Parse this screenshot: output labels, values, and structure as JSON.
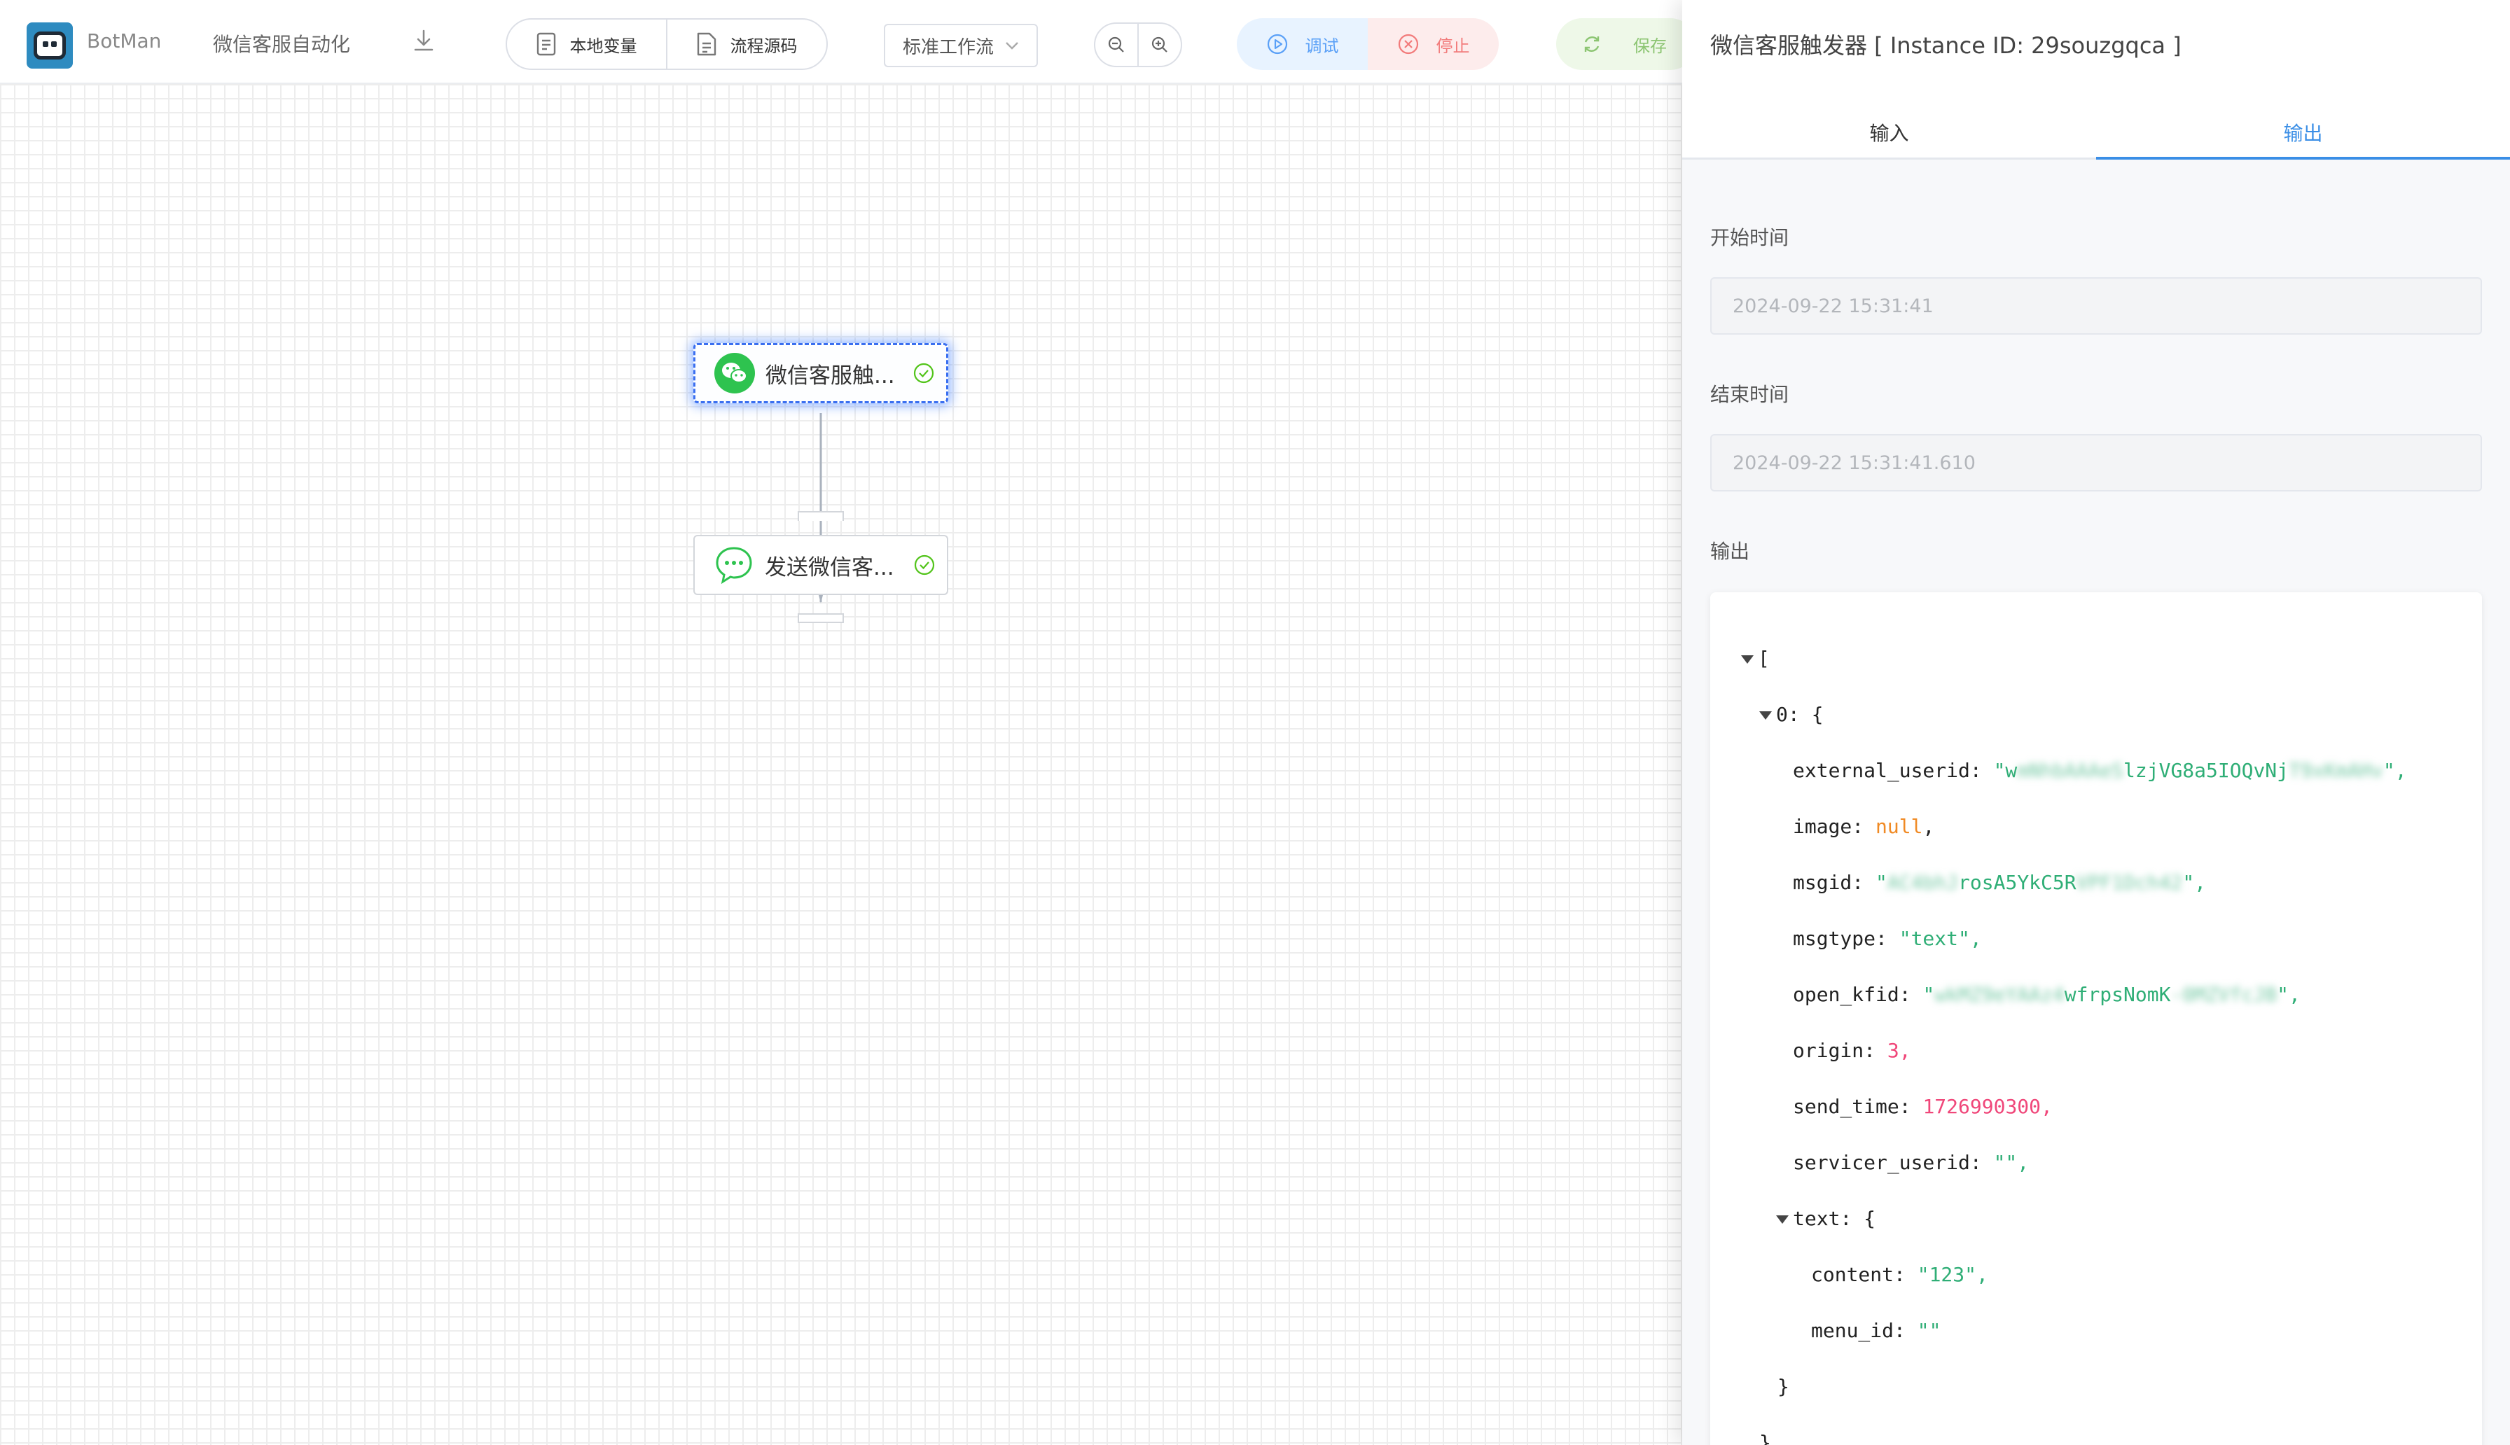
{
  "toolbar": {
    "brand": "BotMan",
    "project_title": "微信客服自动化",
    "local_vars_label": "本地变量",
    "flow_source_label": "流程源码",
    "workflow_type": "标准工作流",
    "debug_label": "调试",
    "stop_label": "停止",
    "save_label": "保存"
  },
  "canvas": {
    "nodes": [
      {
        "label": "微信客服触...",
        "icon": "wechat-icon",
        "status": "success"
      },
      {
        "label": "发送微信客...",
        "icon": "chat-bubble-icon",
        "status": "success"
      }
    ]
  },
  "panel": {
    "title": "微信客服触发器 [ Instance ID: 29souzgqca ]",
    "tabs": [
      "输入",
      "输出"
    ],
    "active_tab": "输出",
    "start_time_label": "开始时间",
    "start_time_value": "2024-09-22 15:31:41",
    "end_time_label": "结束时间",
    "end_time_value": "2024-09-22 15:31:41.610",
    "output_label": "输出",
    "json": {
      "open_bracket": "[",
      "item_key": "0:",
      "open_brace": "{",
      "external_userid_key": "external_userid:",
      "external_userid_pre": "\"w",
      "external_userid_blur1": "mNhbAAAeS",
      "external_userid_mid": "lzjVG8a5IOQvNj",
      "external_userid_blur2": "T9xKmAHv",
      "external_userid_post": "\",",
      "image_key": "image:",
      "image_value": "null",
      "msgid_key": "msgid:",
      "msgid_pre": "\"",
      "msgid_blur1": "AC4bhJ",
      "msgid_mid": "rosA5YkC5R",
      "msgid_blur2": "VPF1Dch42",
      "msgid_post": "\",",
      "msgtype_key": "msgtype:",
      "msgtype_value": "\"text\",",
      "open_kfid_key": "open_kfid:",
      "open_kfid_pre": "\"",
      "open_kfid_blur1": "wkMZ9eYAAz4",
      "open_kfid_mid": "wfrpsNomK",
      "open_kfid_blur2": "-0MZVfcJB",
      "open_kfid_post": "\",",
      "origin_key": "origin:",
      "origin_value": "3,",
      "send_time_key": "send_time:",
      "send_time_value": "1726990300,",
      "servicer_userid_key": "servicer_userid:",
      "servicer_userid_value": "\"\",",
      "text_key": "text:",
      "text_open": "{",
      "content_key": "content:",
      "content_value": "\"123\",",
      "menu_id_key": "menu_id:",
      "menu_id_value": "\"\"",
      "text_close": "}",
      "item_close": "}"
    }
  },
  "colors": {
    "accent_blue": "#3a8ee6",
    "wechat_green": "#2ec34f",
    "json_string": "#2fae76",
    "json_number": "#f0477a",
    "json_null": "#f08a24"
  }
}
